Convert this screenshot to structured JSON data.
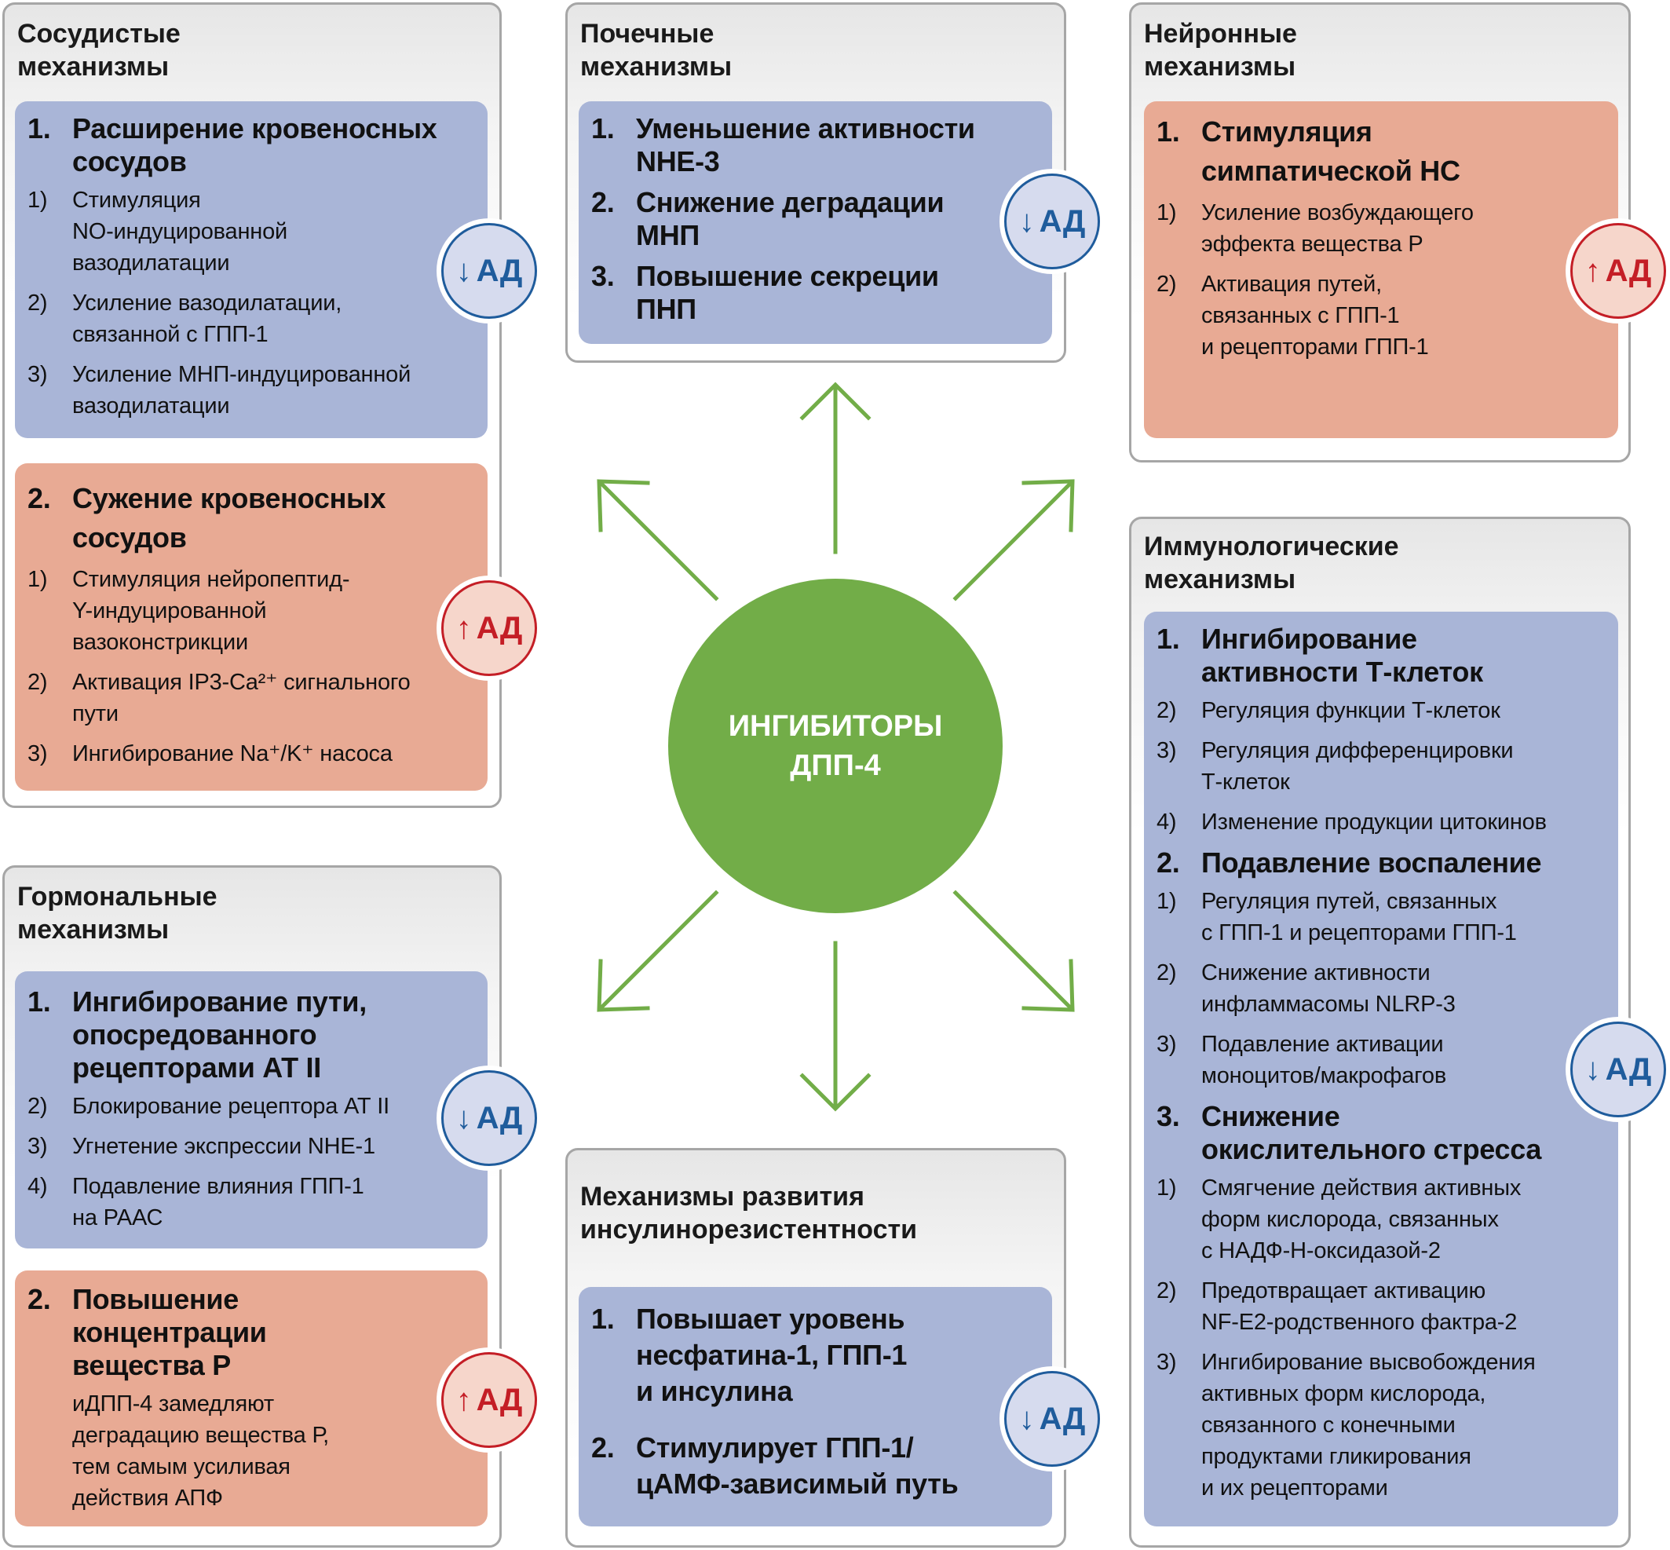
{
  "colors": {
    "blue_block": "#a9b5d7",
    "red_block": "#e8aa94",
    "center": "#72ad48",
    "arrow": "#72ad48",
    "badge_down": "#1f5c9c",
    "badge_up": "#c41e26"
  },
  "center": {
    "label": "ИНГИБИТОРЫ\nДПП-4"
  },
  "panels": [
    {
      "id": "vascular",
      "title": "Сосудистые\nмеханизмы",
      "blocks": [
        {
          "color": "blue",
          "badge": {
            "direction": "down",
            "arrow": "↓",
            "label": "АД"
          },
          "sections": [
            {
              "num": "1.",
              "heading": "Расширение кровеносных\nсосудов",
              "items": [
                {
                  "num": "1)",
                  "text": "Стимуляция\nNO-индуцированной\nвазодилатации"
                },
                {
                  "num": "2)",
                  "text": "Усиление вазодилатации,\nсвязанной с ГПП-1"
                },
                {
                  "num": "3)",
                  "text": "Усиление МНП-индуцированной\nвазодилатации"
                }
              ]
            }
          ]
        },
        {
          "color": "red",
          "badge": {
            "direction": "up",
            "arrow": "↑",
            "label": "АД"
          },
          "sections": [
            {
              "num": "2.",
              "heading": "Сужение кровеносных\nсосудов",
              "items": [
                {
                  "num": "1)",
                  "text": "Стимуляция нейропептид-\nY-индуцированной\nвазоконстрикции"
                },
                {
                  "num": "2)",
                  "text": "Активация IP3-Ca²⁺ сигнального\nпути"
                },
                {
                  "num": "3)",
                  "text": "Ингибирование Na⁺/K⁺ насоса"
                }
              ]
            }
          ]
        }
      ]
    },
    {
      "id": "renal",
      "title": "Почечные\nмеханизмы",
      "blocks": [
        {
          "color": "blue",
          "badge": {
            "direction": "down",
            "arrow": "↓",
            "label": "АД"
          },
          "sections": [
            {
              "num": "1.",
              "heading": "Уменьшение активности\nNHE-3",
              "items": []
            },
            {
              "num": "2.",
              "heading": "Снижение деградации\nМНП",
              "items": []
            },
            {
              "num": "3.",
              "heading": "Повышение секреции\nПНП",
              "items": []
            }
          ]
        }
      ]
    },
    {
      "id": "neural",
      "title": "Нейронные\nмеханизмы",
      "blocks": [
        {
          "color": "red",
          "badge": {
            "direction": "up",
            "arrow": "↑",
            "label": "АД"
          },
          "sections": [
            {
              "num": "1.",
              "heading": "Стимуляция\nсимпатической НС",
              "items": [
                {
                  "num": "1)",
                  "text": "Усиление возбуждающего\nэффекта вещества Р"
                },
                {
                  "num": "2)",
                  "text": "Активация путей,\nсвязанных с ГПП-1\nи рецепторами ГПП-1"
                }
              ]
            }
          ]
        }
      ]
    },
    {
      "id": "immune",
      "title": "Иммунологические\nмеханизмы",
      "blocks": [
        {
          "color": "blue",
          "badge": {
            "direction": "down",
            "arrow": "↓",
            "label": "АД"
          },
          "sections": [
            {
              "num": "1.",
              "heading": "Ингибирование\nактивности Т-клеток",
              "items": [
                {
                  "num": "2)",
                  "text": "Регуляция функции Т-клеток"
                },
                {
                  "num": "3)",
                  "text": "Регуляция дифференцировки\nТ-клеток"
                },
                {
                  "num": "4)",
                  "text": "Изменение продукции цитокинов"
                }
              ]
            },
            {
              "num": "2.",
              "heading": "Подавление воспаление",
              "items": [
                {
                  "num": "1)",
                  "text": "Регуляция путей, связанных\nс ГПП-1 и рецепторами ГПП-1"
                },
                {
                  "num": "2)",
                  "text": "Снижение активности\nинфламмасомы NLRP-3"
                },
                {
                  "num": "3)",
                  "text": "Подавление активации\nмоноцитов/макрофагов"
                }
              ]
            },
            {
              "num": "3.",
              "heading": "Снижение\nокислительного стресса",
              "items": [
                {
                  "num": "1)",
                  "text": "Смягчение действия активных\nформ кислорода, связанных\nс НАДФ-Н-оксидазой-2"
                },
                {
                  "num": "2)",
                  "text": "Предотвращает активацию\nNF-E2-родственного фактра-2"
                },
                {
                  "num": "3)",
                  "text": "Ингибирование высвобождения\nактивных форм кислорода,\nсвязанного с конечными\nпродуктами гликирования\nи их рецепторами"
                }
              ]
            }
          ]
        }
      ]
    },
    {
      "id": "hormonal",
      "title": "Гормональные\nмеханизмы",
      "blocks": [
        {
          "color": "blue",
          "badge": {
            "direction": "down",
            "arrow": "↓",
            "label": "АД"
          },
          "sections": [
            {
              "num": "1.",
              "heading": "Ингибирование пути,\nопосредованного\nрецепторами АТ II",
              "items": [
                {
                  "num": "2)",
                  "text": "Блокирование рецептора АТ II"
                },
                {
                  "num": "3)",
                  "text": "Угнетение экспрессии NHE-1"
                },
                {
                  "num": "4)",
                  "text": "Подавление влияния ГПП-1\nна РААС"
                }
              ]
            }
          ]
        },
        {
          "color": "red",
          "badge": {
            "direction": "up",
            "arrow": "↑",
            "label": "АД"
          },
          "sections": [
            {
              "num": "2.",
              "heading": "Повышение\nконцентрации\nвещества Р",
              "items": [],
              "text": "иДПП-4 замедляют\nдеградацию вещества Р,\nтем самым усиливая\nдействия АПФ"
            }
          ]
        }
      ]
    },
    {
      "id": "insulin",
      "title": "Механизмы развития\nинсулинорезистентности",
      "blocks": [
        {
          "color": "blue",
          "badge": {
            "direction": "down",
            "arrow": "↓",
            "label": "АД"
          },
          "sections": [
            {
              "num": "1.",
              "heading": "Повышает уровень\nнесфатина-1, ГПП-1\nи инсулина",
              "items": []
            },
            {
              "num": "2.",
              "heading": "Стимулирует ГПП-1/\nцАМФ-зависимый путь",
              "items": []
            }
          ]
        }
      ]
    }
  ]
}
